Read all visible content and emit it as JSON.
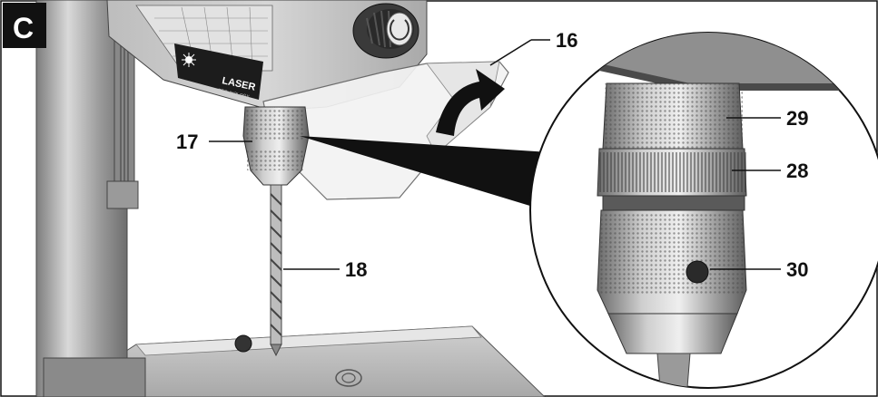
{
  "figure": {
    "badge": "C",
    "callouts": {
      "c16": "16",
      "c17": "17",
      "c18": "18",
      "c28": "28",
      "c29": "29",
      "c30": "30"
    },
    "drill_head_label": "LASER",
    "drill_head_sublabel": "TECHNOLOGY"
  }
}
